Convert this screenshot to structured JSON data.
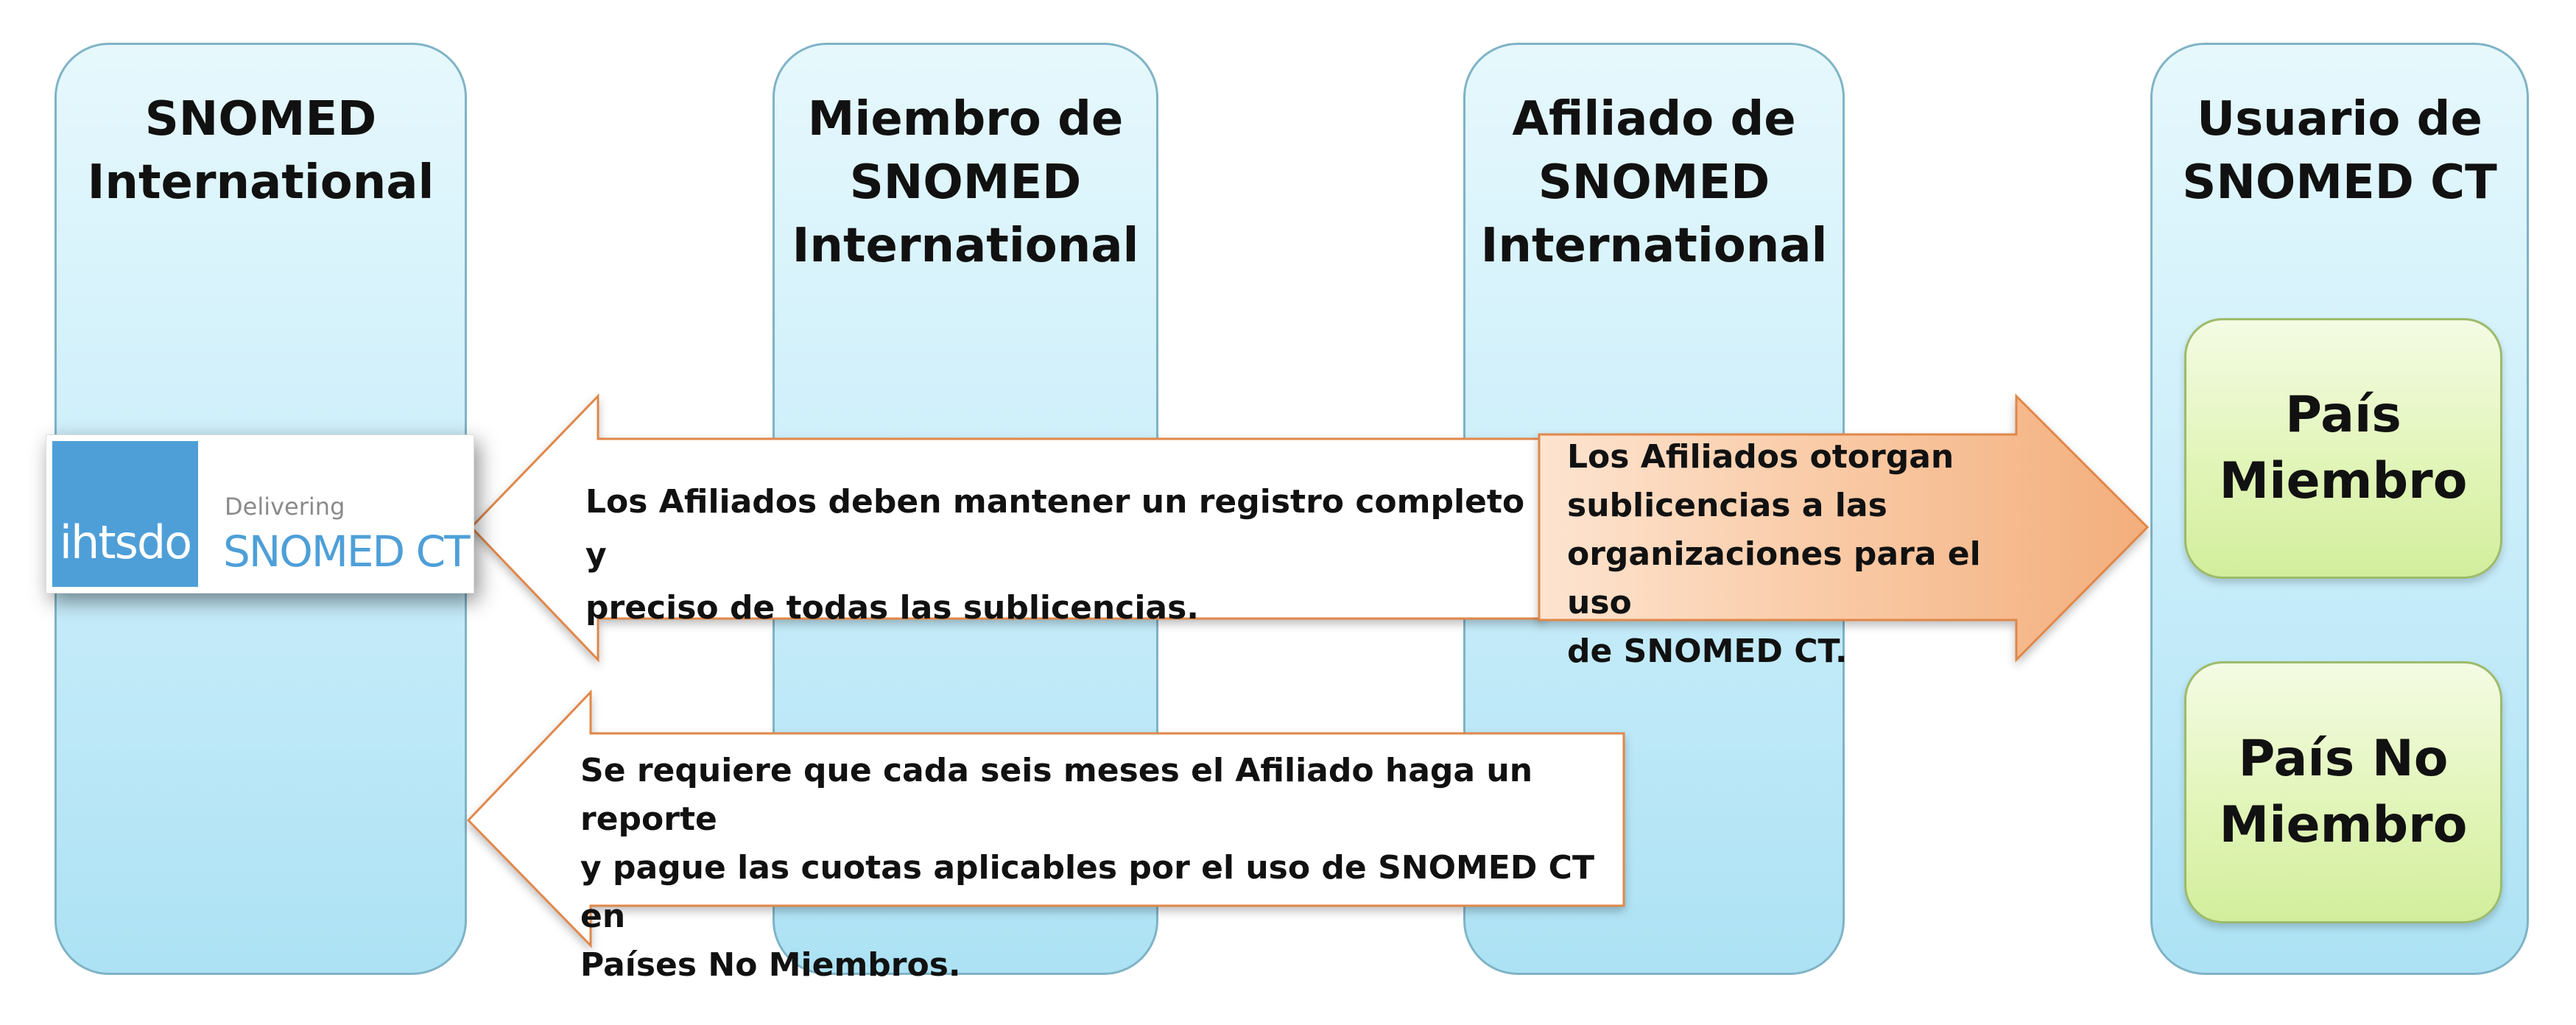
{
  "lanes": [
    {
      "title": "SNOMED\nInternational"
    },
    {
      "title": "Miembro de\nSNOMED\nInternational"
    },
    {
      "title": "Afiliado de\nSNOMED\nInternational"
    },
    {
      "title": "Usuario de\nSNOMED CT"
    }
  ],
  "countries": [
    {
      "label": "País\nMiembro"
    },
    {
      "label": "País No\nMiembro"
    }
  ],
  "arrows": {
    "record_keeping": "Los Afiliados deben mantener un registro completo y\npreciso de todas las sublicencias.",
    "sublicensing": "Los Afiliados otorgan\nsublicencias a las\norganizaciones para el uso\nde SNOMED CT.",
    "reporting": "Se requiere que cada seis meses el Afiliado haga un reporte\ny pague las cuotas aplicables por el uso de SNOMED CT en\nPaíses No Miembros."
  },
  "logo": {
    "mark": "ihtsdo",
    "tagline": "Delivering",
    "brand": "SNOMED CT"
  },
  "colors": {
    "lane_fill": "#c9eef9",
    "lane_border": "#7fb3c6",
    "country_fill": "#e2f5b9",
    "country_border": "#9dbb6a",
    "arrow_border": "#e0874a",
    "arrow_orange": "#f6b98a",
    "logo_blue": "#4e9fd8"
  }
}
